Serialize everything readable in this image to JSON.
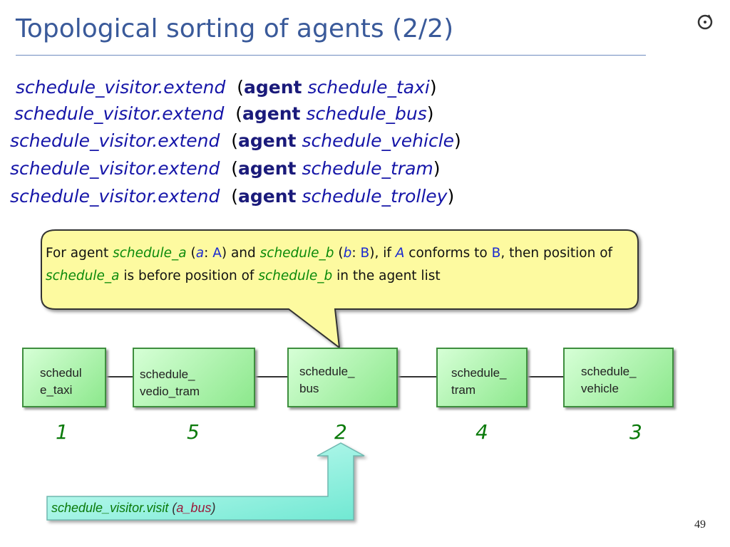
{
  "slide": {
    "title": "Topological sorting of agents (2/2)",
    "page_number": "49",
    "logo": "eiffel-logo-icon"
  },
  "code_lines": [
    {
      "call": "schedule_visitor.extend",
      "open": "(",
      "keyword": "agent",
      "arg": "schedule_taxi",
      "close": ")"
    },
    {
      "call": "schedule_visitor.extend",
      "open": "(",
      "keyword": "agent",
      "arg": "schedule_bus",
      "close": ")"
    },
    {
      "call": "schedule_visitor.extend",
      "open": "(",
      "keyword": "agent",
      "arg": "schedule_vehicle",
      "close": ")"
    },
    {
      "call": "schedule_visitor.extend",
      "open": "(",
      "keyword": "agent",
      "arg": "schedule_tram",
      "close": ")"
    },
    {
      "call": "schedule_visitor.extend",
      "open": "(",
      "keyword": "agent",
      "arg": "schedule_trolley",
      "close": ")"
    }
  ],
  "callout": {
    "t1": "For agent ",
    "agent_a": "schedule_a",
    "t2": " (",
    "var_a": "a",
    "t3": ": ",
    "type_a": "A",
    "t4": ") and ",
    "agent_b": "schedule_b",
    "t5": " (",
    "var_b": "b",
    "t6": ": ",
    "type_b": "B",
    "t7": "), if ",
    "type_a2": "A",
    "t8": " conforms to ",
    "type_b2": "B",
    "t9": ", then position of ",
    "agent_a2": "schedule_a",
    "t10": " is before position of ",
    "agent_b2": "schedule_b",
    "t11": " in the agent list"
  },
  "agent_list": [
    {
      "line1": "schedul",
      "line2": "e_taxi",
      "index": "1"
    },
    {
      "line1": "schedule_",
      "line2": "vedio_tram",
      "index": "5"
    },
    {
      "line1": "schedule_",
      "line2": "bus",
      "index": "2"
    },
    {
      "line1": "schedule_",
      "line2": "tram",
      "index": "4"
    },
    {
      "line1": "schedule_",
      "line2": "vehicle",
      "index": "3"
    }
  ],
  "visit_call": {
    "call": "schedule_visitor.visit",
    "open": " (",
    "arg": "a_bus",
    "close": ")"
  },
  "colors": {
    "title": "#3a5a9a",
    "code": "#1515a8",
    "callout_fill": "#fdfaa0",
    "box_fill": "#8ce88c",
    "arrow_fill": "#7ff0dc",
    "index": "#0a7a0a"
  }
}
